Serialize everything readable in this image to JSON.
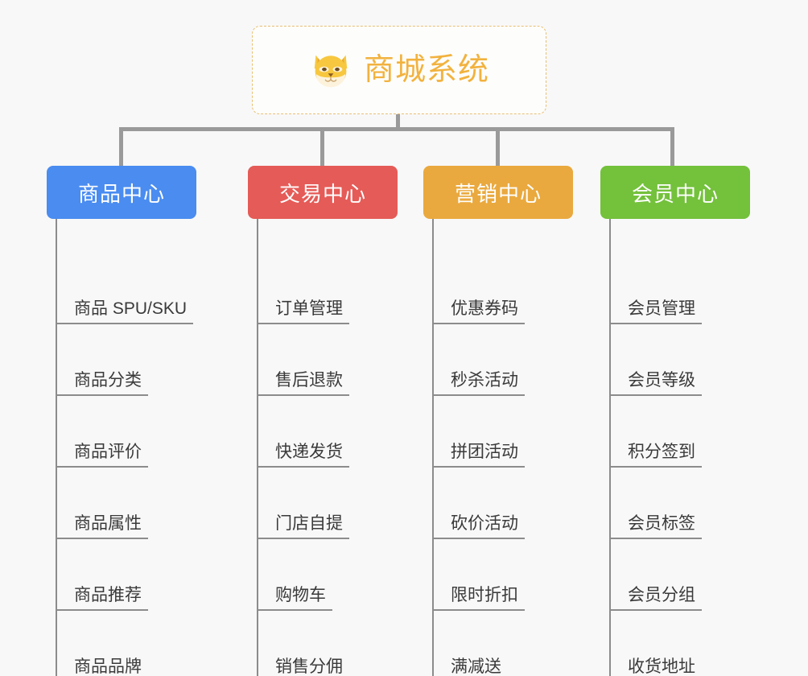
{
  "root": {
    "title": "商城系统",
    "icon": "dog-face-icon",
    "border_color": "#e9bf72",
    "text_color": "#f2b23e",
    "background": "#fdfdfb"
  },
  "canvas": {
    "background": "#f8f8f8",
    "connector_color": "#9a9a9a"
  },
  "branches": [
    {
      "label": "商品中心",
      "color": "#4a8cf0",
      "items": [
        "商品 SPU/SKU",
        "商品分类",
        "商品评价",
        "商品属性",
        "商品推荐",
        "商品品牌"
      ]
    },
    {
      "label": "交易中心",
      "color": "#e55b57",
      "items": [
        "订单管理",
        "售后退款",
        "快递发货",
        "门店自提",
        "购物车",
        "销售分佣"
      ]
    },
    {
      "label": "营销中心",
      "color": "#eaa93e",
      "items": [
        "优惠券码",
        "秒杀活动",
        "拼团活动",
        "砍价活动",
        "限时折扣",
        "满减送"
      ]
    },
    {
      "label": "会员中心",
      "color": "#74c13c",
      "items": [
        "会员管理",
        "会员等级",
        "积分签到",
        "会员标签",
        "会员分组",
        "收货地址"
      ]
    }
  ]
}
